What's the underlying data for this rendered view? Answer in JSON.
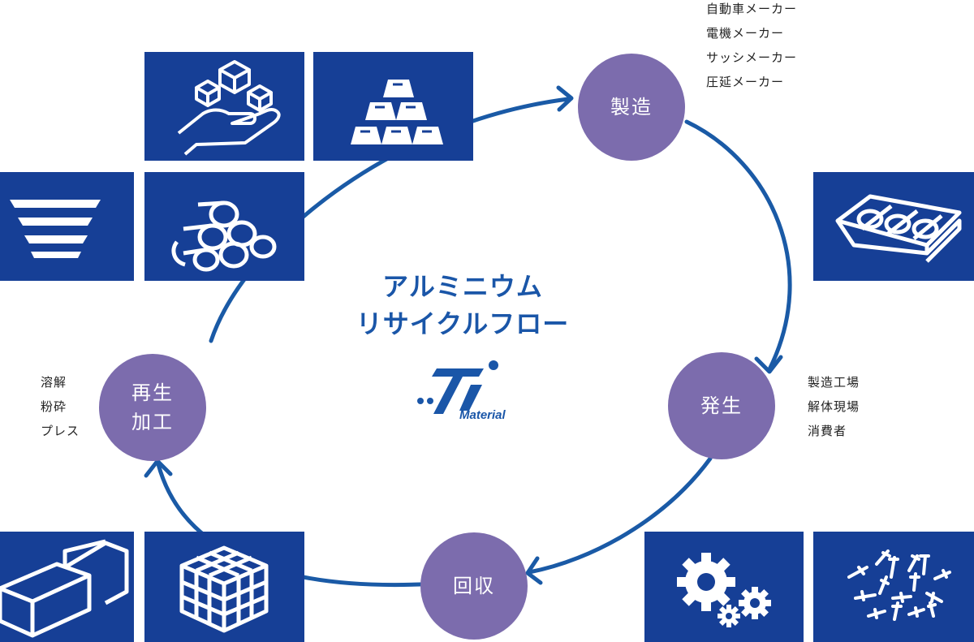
{
  "diagram": {
    "title_line1": "アルミニウム",
    "title_line2": "リサイクルフロー",
    "logo_text": "Material",
    "nodes": {
      "manufacturing": "製造",
      "generation": "発生",
      "collection": "回収",
      "regen_line1": "再生",
      "regen_line2": "加工"
    },
    "notes": {
      "manufacturing": [
        "自動車メーカー",
        "電機メーカー",
        "サッシメーカー",
        "圧延メーカー"
      ],
      "generation": [
        "製造工場",
        "解体現場",
        "消費者"
      ],
      "regen": [
        "溶解",
        "粉砕",
        "プレス"
      ]
    },
    "colors": {
      "tile": "#163f96",
      "node": "#7c6cad",
      "arrow": "#1a5aa6",
      "title": "#1a56a8"
    },
    "icons": [
      "hand-cubes-icon",
      "ingots-icon",
      "funnel-lines-icon",
      "pipes-icon",
      "engine-blocks-icon",
      "press-machine-icon",
      "cube-block-icon",
      "gears-icon",
      "scrap-pieces-icon"
    ]
  }
}
